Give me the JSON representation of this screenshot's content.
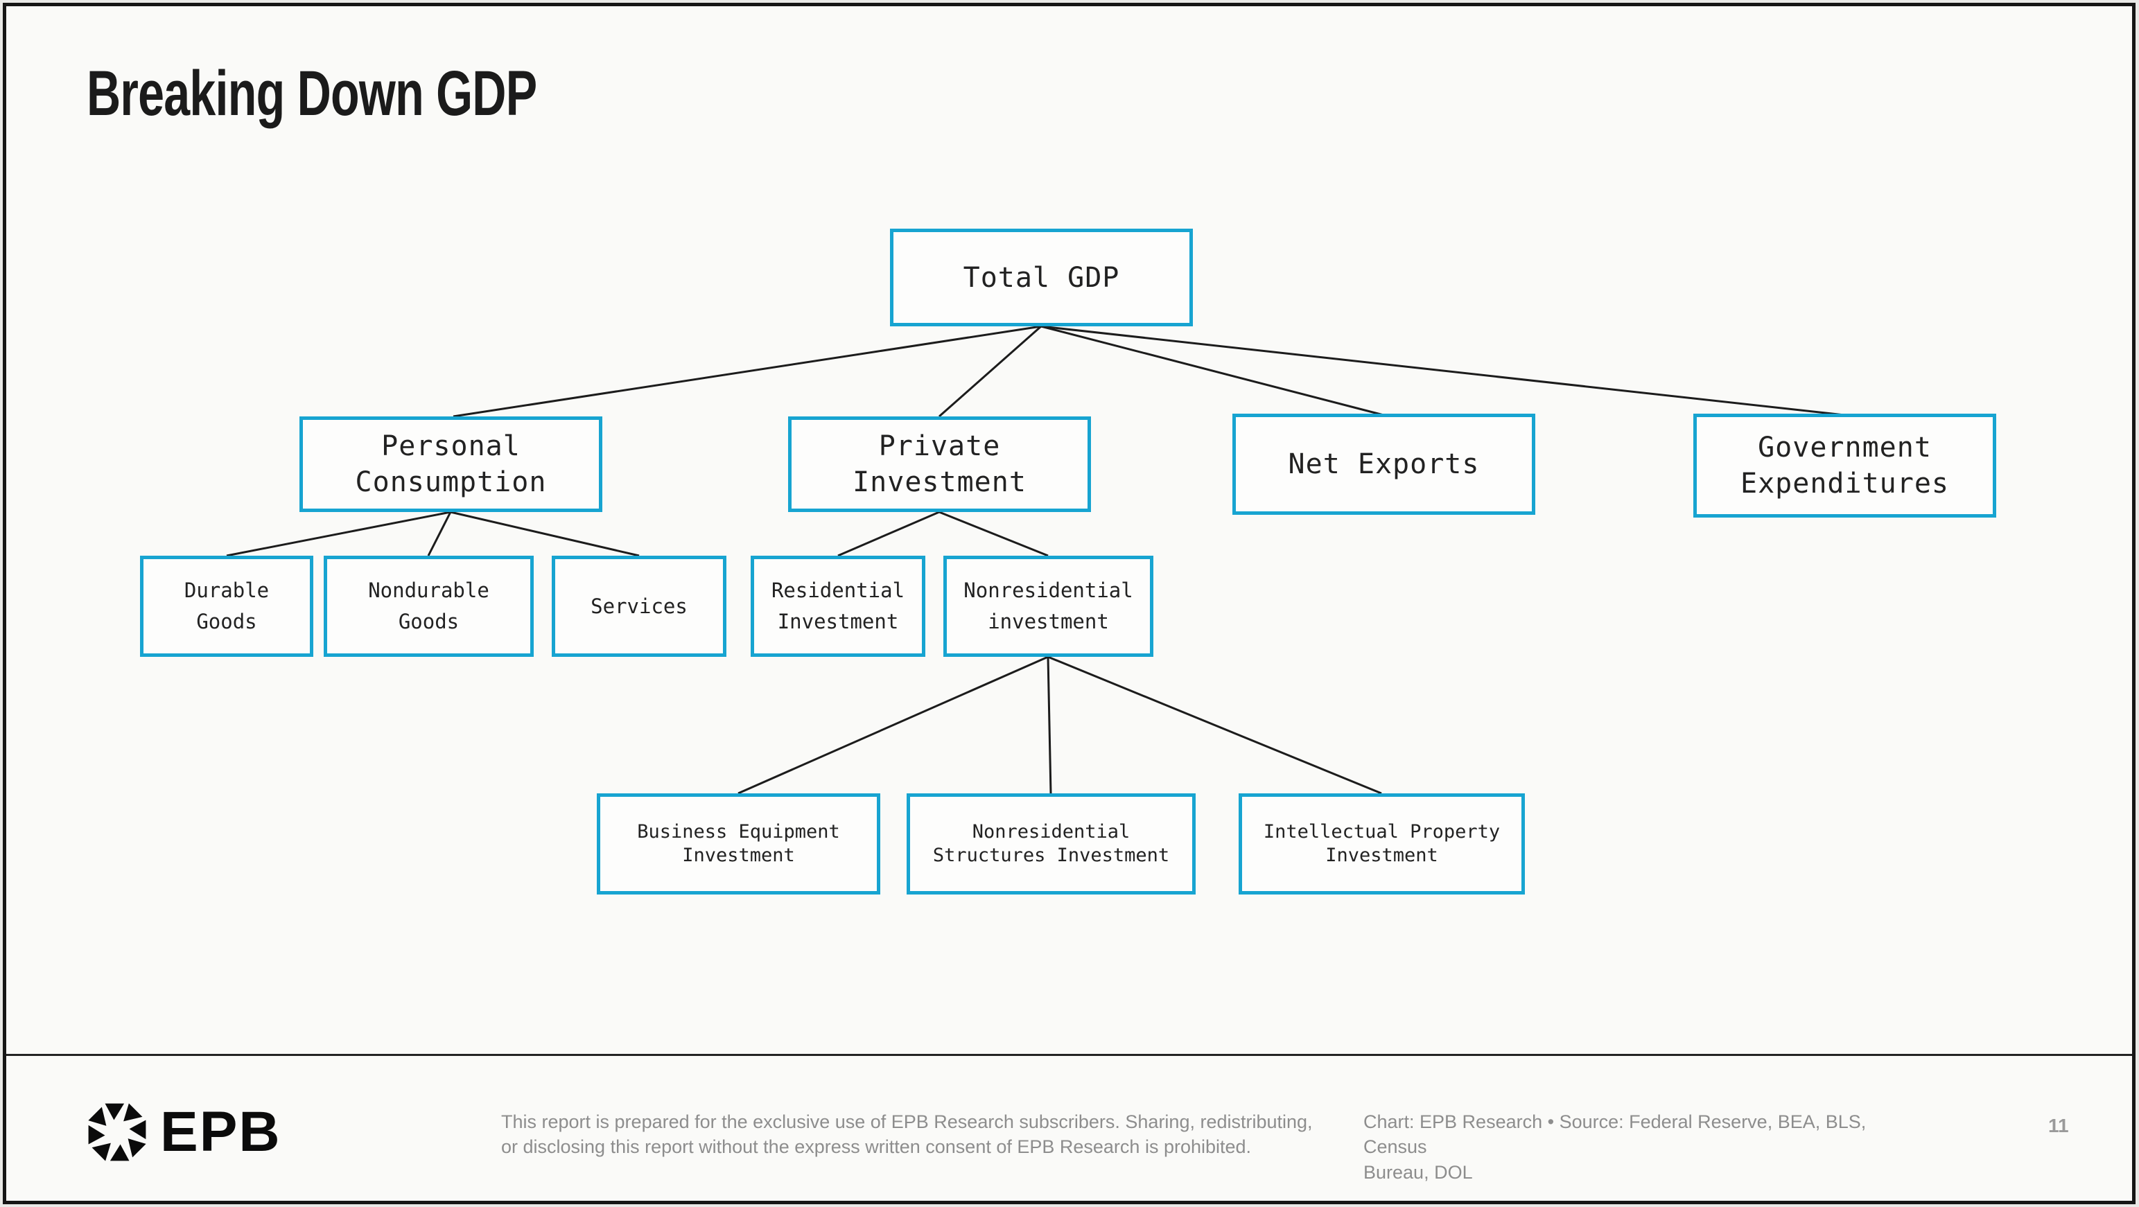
{
  "page": {
    "title": "Breaking Down GDP",
    "page_number": "11"
  },
  "logo": {
    "text": "EPB",
    "icon": "aperture-star-icon"
  },
  "colors": {
    "box_border": "#17a4d1",
    "connector": "#1c1c1c",
    "background": "#fafaf8",
    "frame": "#161616",
    "footer_text": "#8d8d8d"
  },
  "diagram": {
    "nodes": {
      "total_gdp": "Total GDP",
      "personal_consumption": "Personal\nConsumption",
      "private_investment": "Private\nInvestment",
      "net_exports": "Net Exports",
      "government_expenditures": "Government\nExpenditures",
      "durable_goods": "Durable\nGoods",
      "nondurable_goods": "Nondurable\nGoods",
      "services": "Services",
      "residential_investment": "Residential\nInvestment",
      "nonresidential_investment": "Nonresidential\ninvestment",
      "business_equipment_investment": "Business Equipment\nInvestment",
      "nonresidential_structures_investment": "Nonresidential\nStructures Investment",
      "intellectual_property_investment": "Intellectual Property\nInvestment"
    },
    "edges": [
      [
        "total_gdp",
        "personal_consumption"
      ],
      [
        "total_gdp",
        "private_investment"
      ],
      [
        "total_gdp",
        "net_exports"
      ],
      [
        "total_gdp",
        "government_expenditures"
      ],
      [
        "personal_consumption",
        "durable_goods"
      ],
      [
        "personal_consumption",
        "nondurable_goods"
      ],
      [
        "personal_consumption",
        "services"
      ],
      [
        "private_investment",
        "residential_investment"
      ],
      [
        "private_investment",
        "nonresidential_investment"
      ],
      [
        "nonresidential_investment",
        "business_equipment_investment"
      ],
      [
        "nonresidential_investment",
        "nonresidential_structures_investment"
      ],
      [
        "nonresidential_investment",
        "intellectual_property_investment"
      ]
    ]
  },
  "footer": {
    "disclaimer": "This report is prepared for the exclusive use of EPB Research subscribers. Sharing, redistributing,\nor disclosing this report without the express written consent of EPB Research is prohibited.",
    "source": "Chart: EPB Research  •  Source: Federal Reserve, BEA, BLS, Census\nBureau, DOL"
  }
}
